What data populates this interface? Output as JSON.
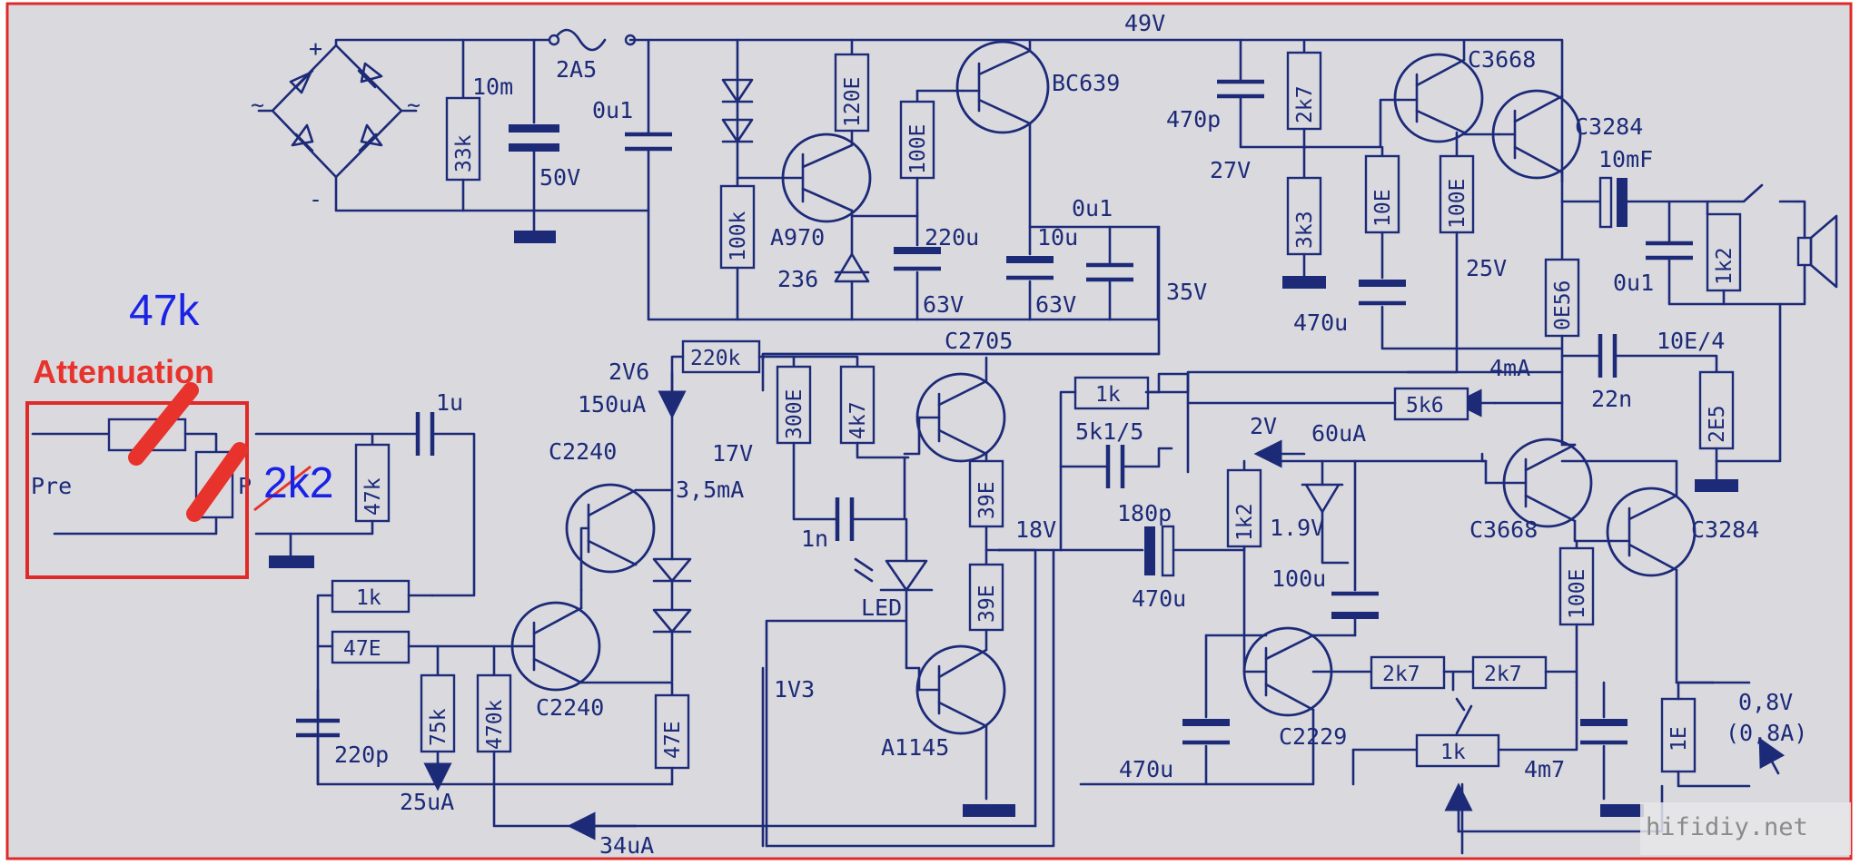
{
  "colors": {
    "background": "#d9d9de",
    "ink": "#1c2a78",
    "annotation_red": "#e8332c",
    "annotation_blue": "#1a22e6",
    "frame_red": "#e02a2a"
  },
  "labels": {
    "supply_49v": "49V",
    "fuse": "2A5",
    "r_33k": "33k",
    "c_10m": "10m",
    "v_50v": "50V",
    "c_0u1_a": "0u1",
    "r_120e": "120E",
    "r_100e_a": "100E",
    "t_bc639": "BC639",
    "r_100k": "100k",
    "t_a970": "A970",
    "z_236": "236",
    "c_220u": "220u",
    "v_63v_a": "63V",
    "c_10u": "10u",
    "v_63v_b": "63V",
    "c_0u1_b": "0u1",
    "v_35v": "35V",
    "c_470p": "470p",
    "r_2k7_top": "2k7",
    "v_27v": "27V",
    "r_3k3": "3k3",
    "r_10e": "10E",
    "r_100e_b": "100E",
    "c_470u_top": "470u",
    "v_25v": "25V",
    "t_c3668_top": "C3668",
    "t_c3284_top": "C3284",
    "c_10mf": "10mF",
    "c_0u1_c": "0u1",
    "r_1k2_out": "1k2",
    "r_0e56": "0E56",
    "r_10e4": "10E/4",
    "c_22n": "22n",
    "r_2e5": "2E5",
    "i_4ma": "4mA",
    "r_5k6": "5k6",
    "v_2v": "2V",
    "i_60ua": "60uA",
    "r_1k2_bias": "1k2",
    "v_1_9v": "1.9V",
    "c_100u": "100u",
    "t_c3668_bot": "C3668",
    "t_c3284_bot": "C3284",
    "r_100e_c": "100E",
    "r_1k_fb": "1k",
    "r_5k1": "5k1/5",
    "c_180p": "180p",
    "v_18v": "18V",
    "c_470u_mid": "470u",
    "t_c2705": "C2705",
    "r_220k": "220k",
    "v_2v6": "2V6",
    "i_150ua": "150uA",
    "r_300e": "300E",
    "r_4k7": "4k7",
    "c_1n": "1n",
    "led": "LED",
    "r_39e_a": "39E",
    "r_39e_b": "39E",
    "t_a1145": "A1145",
    "t_c2240_top": "C2240",
    "v_17v": "17V",
    "i_3_5ma": "3,5mA",
    "t_c2240_bot": "C2240",
    "v_1v3": "1V3",
    "r_47e_emit": "47E",
    "r_1k_in": "1k",
    "r_47e_in": "47E",
    "c_220p": "220p",
    "r_75k": "75k",
    "r_470k": "470k",
    "i_25ua": "25uA",
    "i_34ua": "34uA",
    "c_1u": "1u",
    "r_47k_in": "47k",
    "pre": "Pre",
    "t_c2229": "C2229",
    "c_470u_bot": "470u",
    "r_2k7_a": "2k7",
    "r_2k7_b": "2k7",
    "r_1k_pot": "1k",
    "c_4m7": "4m7",
    "r_1e": "1E",
    "v_out": "0,8V",
    "i_out": "(0,8A)",
    "watermark": "hifidiy.net"
  },
  "annotations": {
    "value_47k": "47k",
    "attenuation": "Attenuation",
    "value_2k2": "2k2"
  },
  "icons": {
    "speaker": "speaker-icon",
    "led": "led-icon",
    "bridge": "bridge-rectifier-icon"
  }
}
